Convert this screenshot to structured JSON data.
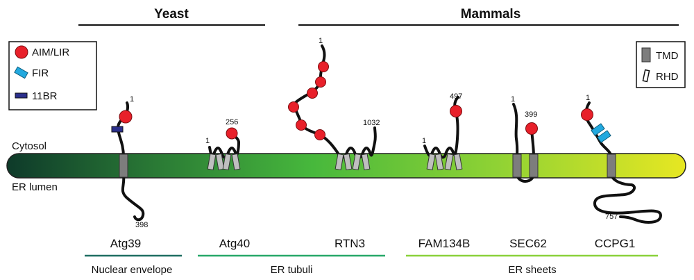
{
  "groups": {
    "yeast": "Yeast",
    "mammals": "Mammals"
  },
  "compartments": {
    "cytosol": "Cytosol",
    "lumen": "ER lumen"
  },
  "receptors": [
    "Atg39",
    "Atg40",
    "RTN3",
    "FAM134B",
    "SEC62",
    "CCPG1"
  ],
  "locations": [
    "Nuclear envelope",
    "ER tubuli",
    "ER sheets"
  ],
  "residue_labels": {
    "atg39_n": "1",
    "atg39_c": "398",
    "atg40_n": "1",
    "atg40_c": "256",
    "rtn3_n": "1",
    "rtn3_c": "1032",
    "fam134b_n": "1",
    "fam134b_c": "497",
    "sec62_n": "1",
    "sec62_c": "399",
    "ccpg1_n": "1",
    "ccpg1_c": "757"
  },
  "legend_left": [
    "AIM/LIR",
    "FIR",
    "11BR"
  ],
  "legend_right": [
    "TMD",
    "RHD"
  ],
  "colors": {
    "aim": "#e8202a",
    "fir": "#22a9df",
    "br11": "#2b2f8c",
    "membrane_start": "#0e3a2a",
    "membrane_mid": "#47b83c",
    "membrane_end": "#e7e722",
    "nuclear_envelope_line": "#1f6e62",
    "er_tubuli_line": "#27a869",
    "er_sheets_line": "#8ad13a"
  }
}
